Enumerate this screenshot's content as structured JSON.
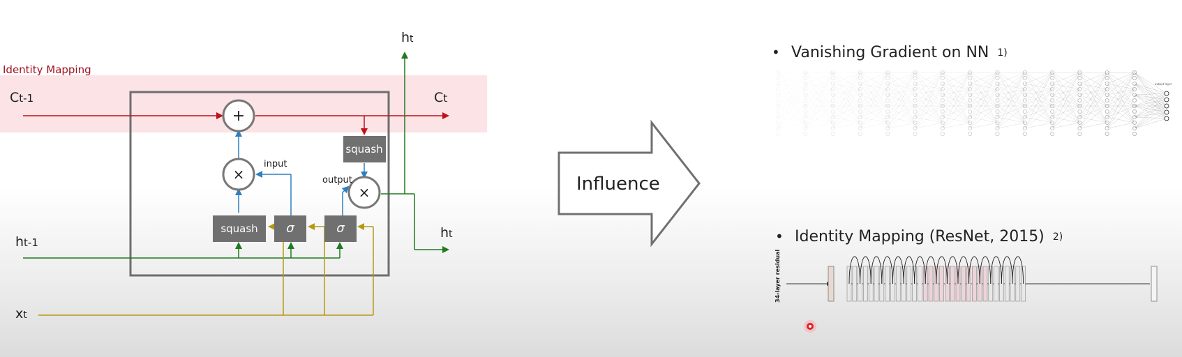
{
  "lstm": {
    "identity_mapping_label": "Identity Mapping",
    "c_prev_main": "C",
    "c_prev_sub": "t-1",
    "c_next_main": "C",
    "c_next_sub": "t",
    "h_top_main": "h",
    "h_top_sub": "t",
    "h_right_main": "h",
    "h_right_sub": "t",
    "h_prev_main": "h",
    "h_prev_sub": "t-1",
    "x_main": "x",
    "x_sub": "t",
    "plus_symbol": "+",
    "times_symbol": "×",
    "sigma_symbol": "σ",
    "squash_left": "squash",
    "squash_right": "squash",
    "input_label": "input",
    "output_label": "output"
  },
  "influence_arrow": {
    "label": "Influence"
  },
  "right_panel": {
    "bullet": "•",
    "item1_title": "Vanishing Gradient on NN",
    "item1_ref": "1)",
    "item2_title": "Identity Mapping (ResNet, 2015)",
    "item2_ref": "2)",
    "nn_output_label": "output layer",
    "resnet_side_label": "34-layer residual"
  },
  "colors": {
    "identity_band": "#fbe3e6",
    "red_line": "#c0101a",
    "green_line": "#1f7a1f",
    "olive_line": "#b59a10",
    "blue_line": "#2f7fc0",
    "gate_box": "#707070",
    "label_red": "#a01020",
    "cursor": "#e0202a"
  }
}
